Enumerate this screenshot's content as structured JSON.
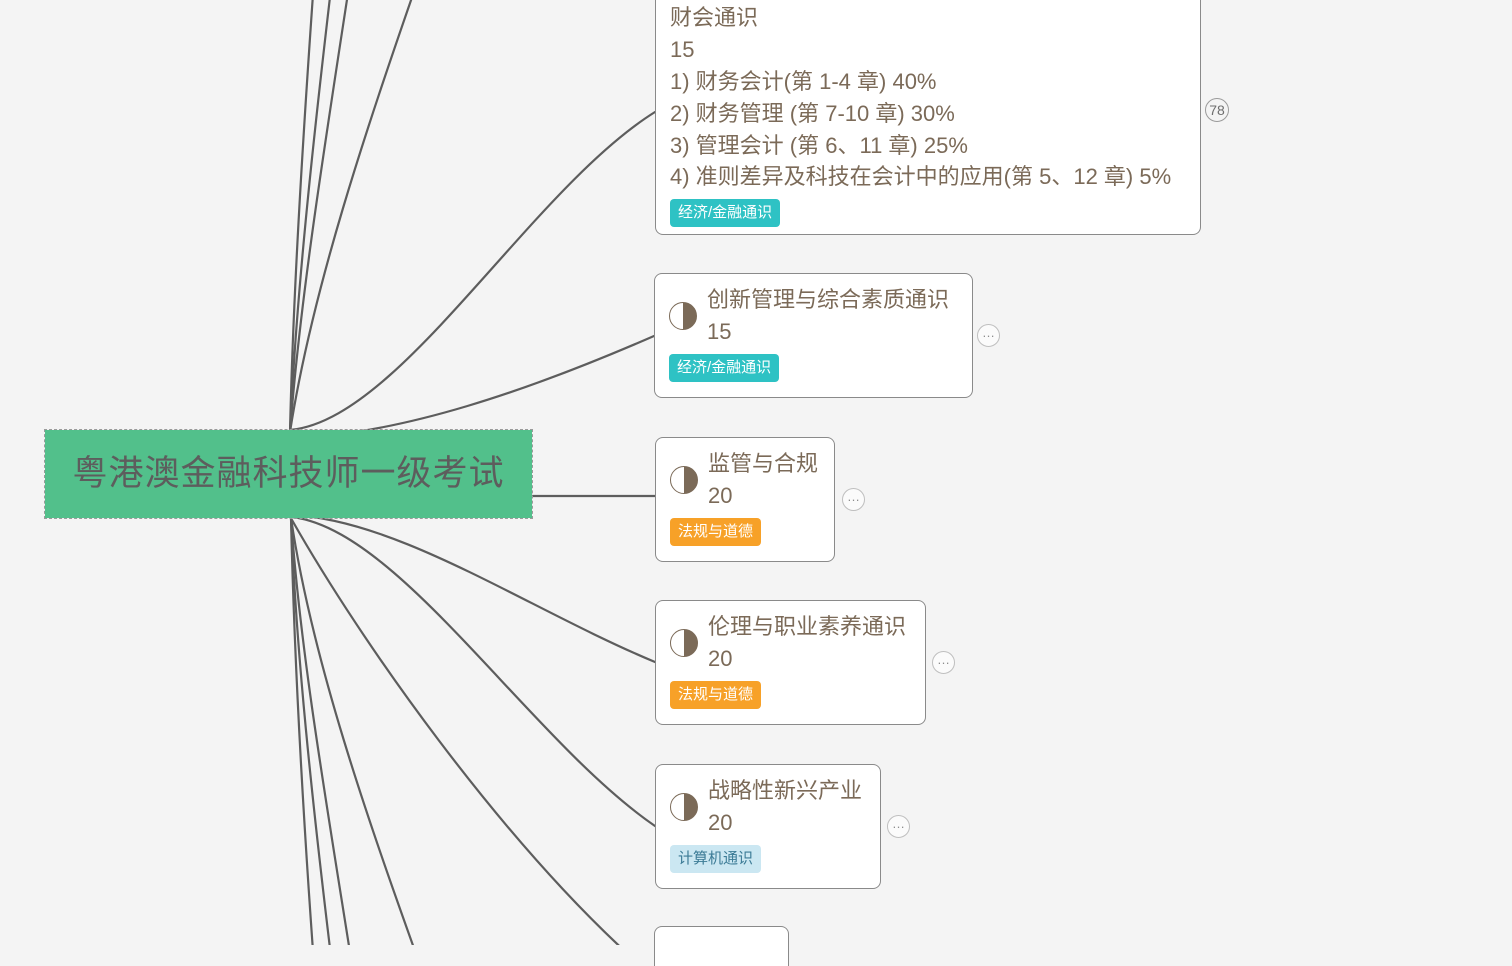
{
  "canvas": {
    "background_color": "#f4f4f4",
    "edge_color": "#5d5d5d"
  },
  "root": {
    "label": "粤港澳金融科技师一级考试",
    "background_color": "#52c08b",
    "text_color": "#5d5d5d"
  },
  "tag_styles": {
    "teal": "#2ec2c4",
    "orange": "#f7a128",
    "blue": "#cbe7f2"
  },
  "badges": {
    "count_78": "78"
  },
  "collapse_glyph": "…",
  "nodes": [
    {
      "id": "node-caikuai",
      "title": "财会通识",
      "score": "15",
      "details": [
        "1) 财务会计(第 1-4 章) 40%",
        "2) 财务管理 (第 7-10 章) 30%",
        "3) 管理会计 (第 6、11 章) 25%",
        "4) 准则差异及科技在会计中的应用(第 5、12 章) 5%"
      ],
      "tag": "经济/金融通识",
      "tag_color": "teal",
      "has_progress_icon": false,
      "has_collapse_button": false
    },
    {
      "id": "node-chuangxin",
      "title": "创新管理与综合素质通识",
      "score": "15",
      "details": [],
      "tag": "经济/金融通识",
      "tag_color": "teal",
      "has_progress_icon": true,
      "has_collapse_button": true
    },
    {
      "id": "node-jianguan",
      "title": "监管与合规",
      "score": "20",
      "details": [],
      "tag": "法规与道德",
      "tag_color": "orange",
      "has_progress_icon": true,
      "has_collapse_button": true
    },
    {
      "id": "node-lunli",
      "title": "伦理与职业素养通识",
      "score": "20",
      "details": [],
      "tag": "法规与道德",
      "tag_color": "orange",
      "has_progress_icon": true,
      "has_collapse_button": true
    },
    {
      "id": "node-zhanlue",
      "title": "战略性新兴产业",
      "score": "20",
      "details": [],
      "tag": "计算机通识",
      "tag_color": "blue",
      "has_progress_icon": true,
      "has_collapse_button": true
    }
  ]
}
